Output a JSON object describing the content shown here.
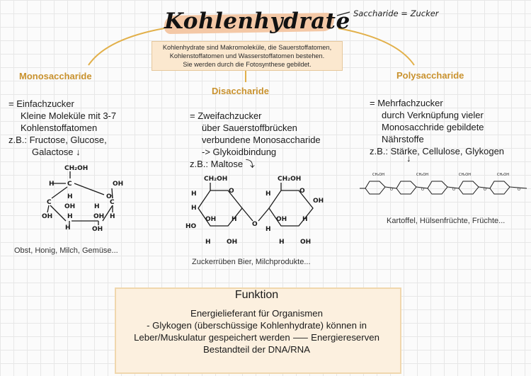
{
  "title": "Kohlenhydrate",
  "note": "Saccharide = Zucker",
  "intro": [
    "Kohlenhydrate sind Makromoleküle, die Sauerstoffatomen,",
    "Kohlenstoffatomen und Wasserstoffatomen bestehen.",
    "Sie werden durch die Fotosynthese gebildet."
  ],
  "mono": {
    "title": "Monosaccharide",
    "lines": [
      "= Einfachzucker",
      "Kleine Moleküle mit 3-7",
      "Kohlenstoffatomen",
      "z.B.: Fructose, Glucose,",
      "Galactose ↓"
    ],
    "examples": "Obst, Honig, Milch, Gemüse...",
    "labels": {
      "ch2oh": "CH₂OH",
      "c": "C",
      "h": "H",
      "oh": "OH",
      "o": "O"
    }
  },
  "di": {
    "title": "Disaccharide",
    "lines": [
      "= Zweifachzucker",
      "über Sauerstoffbrücken",
      "verbundene Monosaccharide",
      "-> Glykoidbindung",
      "z.B.: Maltose ⤵"
    ],
    "examples": "Zuckerrüben Bier, Milchprodukte...",
    "labels": {
      "ch2oh": "CH₂OH",
      "h": "H",
      "oh": "OH",
      "o": "O",
      "ho": "HO"
    }
  },
  "poly": {
    "title": "Polysaccharide",
    "lines": [
      "= Mehrfachzucker",
      "durch Verknüpfung vieler",
      "Monosacchride gebildete",
      "Nährstoffe",
      "z.B.: Stärke, Cellulose, Glykogen"
    ],
    "arrow": "↓",
    "examples": "Kartoffel, Hülsenfrüchte, Früchte...",
    "labels": {
      "ch2oh": "CH₂OH",
      "o": "O"
    }
  },
  "funktion": {
    "title": "Funktion",
    "lines": [
      "Energielieferant für Organismen",
      "- Glykogen (überschüssige Kohlenhydrate) können in",
      "Leber/Muskulatur gespeichert werden ⸺ Energiereserven",
      "Bestandteil der DNA/RNA"
    ]
  },
  "colors": {
    "accent": "#c9922e",
    "highlight": "#f4c8a6",
    "box": "#fbe8cf",
    "box_border": "#e6c89c"
  }
}
